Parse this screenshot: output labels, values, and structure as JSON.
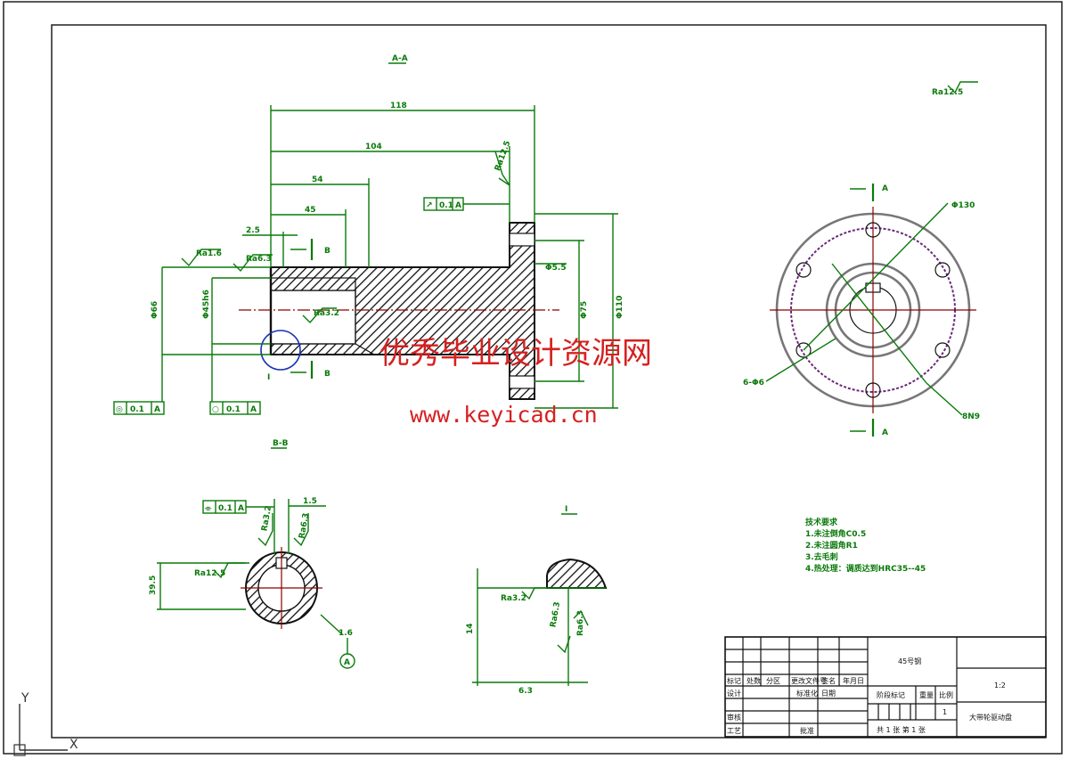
{
  "views": {
    "section_aa": "A-A",
    "section_bb": "B-B",
    "detail_i": "I"
  },
  "dimensions": {
    "d118": "118",
    "d104": "104",
    "d54": "54",
    "d45": "45",
    "d2_5": "2.5",
    "d66": "Φ66",
    "d45h6": "Φ45h6",
    "d75": "Φ75",
    "d110": "Φ110",
    "d5_5": "Φ5.5",
    "d6_3": "6.3",
    "d14": "14",
    "d39_5": "39.5",
    "d1_5": "1.5",
    "d6x6": "6-Φ6",
    "d130": "Φ130",
    "d8n9": "8N9",
    "d1_6": "1.6"
  },
  "surface_finish": {
    "r1": "Ra1.6",
    "r2": "Ra6.3",
    "r3": "Ra3.2",
    "r4": "Ra12.5",
    "r5": "Ra3.2",
    "r6": "Ra6.3",
    "r7": "Ra12.5",
    "r8": "Ra3.2",
    "r9": "Ra6.3"
  },
  "tolerances": {
    "t1_val": "0.1",
    "t1_ref": "A",
    "t2_val": "0.1",
    "t2_ref": "A",
    "t3_val": "0.1",
    "t3_ref": "A",
    "t4_val": "0.1",
    "t4_ref": "A",
    "datum": "A"
  },
  "section_labels": {
    "a_top": "A",
    "a_bottom": "A",
    "b_top": "B",
    "b_bottom": "B"
  },
  "technical_requirements": {
    "title": "技术要求",
    "items": [
      "1.未注倒角C0.5",
      "2.未注圆角R1",
      "3.去毛刺",
      "4.热处理：调质达到HRC35--45"
    ]
  },
  "watermark": {
    "line1": "优秀毕业设计资源网",
    "line2": "www.keyicad.cn"
  },
  "title_block": {
    "material": "45号钢",
    "scale_value": "1:2",
    "part_name": "大带轮驱动盘",
    "quantity": "1",
    "designer": "设计",
    "checker": "审核",
    "approver": "批准",
    "process": "工艺",
    "standardize": "标准化",
    "date": "日期",
    "stage_mark": "阶段标记",
    "weight": "重量",
    "scale": "比例",
    "sheet": "共 1 张 第 1 张",
    "rev_cols": [
      "标记",
      "处数",
      "分区",
      "更改文件号",
      "签名",
      "年月日"
    ]
  },
  "ucs": {
    "y_label": "Y",
    "x_label": "X"
  }
}
